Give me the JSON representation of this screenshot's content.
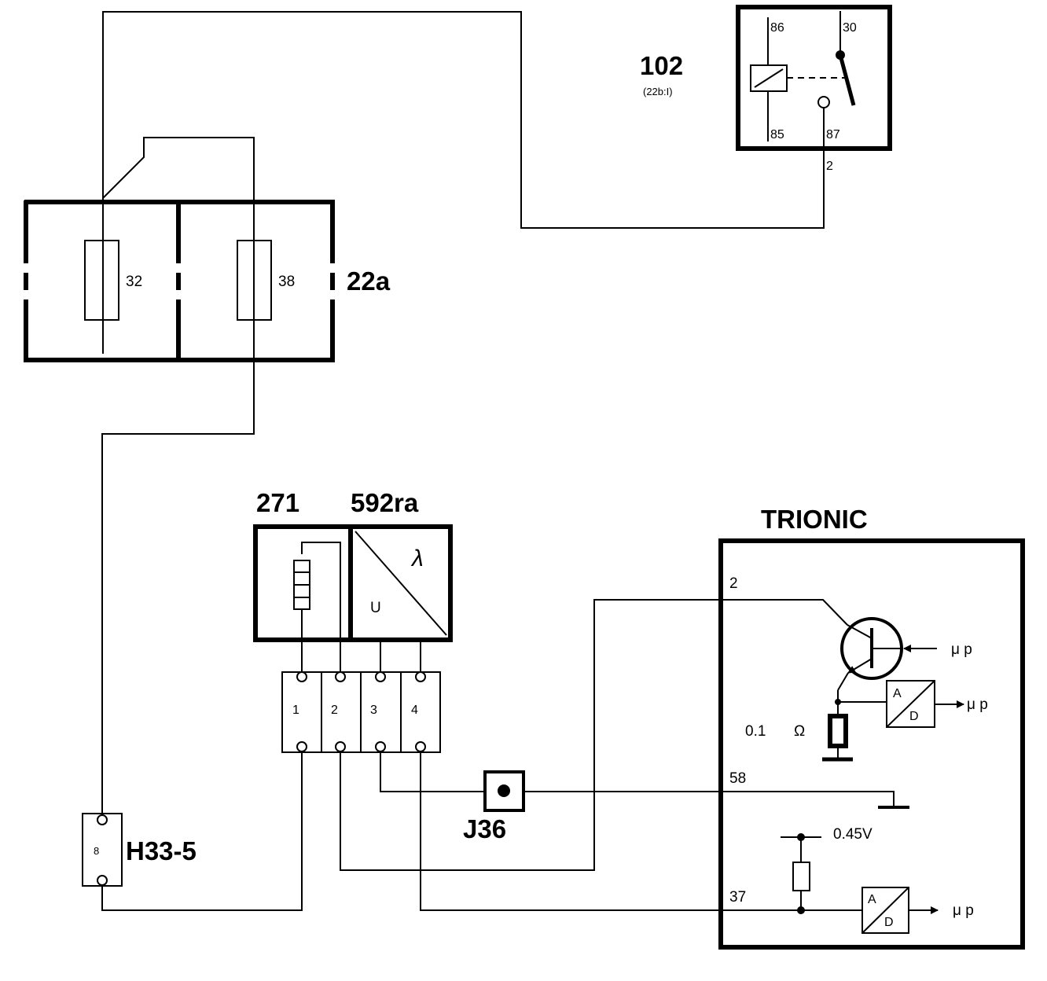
{
  "relay": {
    "id": "102",
    "ref": "(22b:I)",
    "pins": {
      "p86": "86",
      "p30": "30",
      "p85": "85",
      "p87": "87"
    },
    "out_wire": "2"
  },
  "fusebox": {
    "id": "22a",
    "fuse_a": "32",
    "fuse_b": "38"
  },
  "heater": {
    "id": "271"
  },
  "sensor": {
    "id": "592ra",
    "u_label": "U",
    "lambda_label": "λ"
  },
  "connector": {
    "pins": [
      "1",
      "2",
      "3",
      "4"
    ]
  },
  "ground_point": {
    "id": "J36"
  },
  "harness": {
    "id": "H33-5",
    "pin": "8"
  },
  "ecu": {
    "title": "TRIONIC",
    "pin_2": "2",
    "pin_58": "58",
    "pin_37": "37",
    "shunt_value": "0.1",
    "ohm_symbol": "Ω",
    "ref_voltage": "0.45V",
    "mcu_label": "μ p",
    "adc_a": "A",
    "adc_d": "D"
  }
}
